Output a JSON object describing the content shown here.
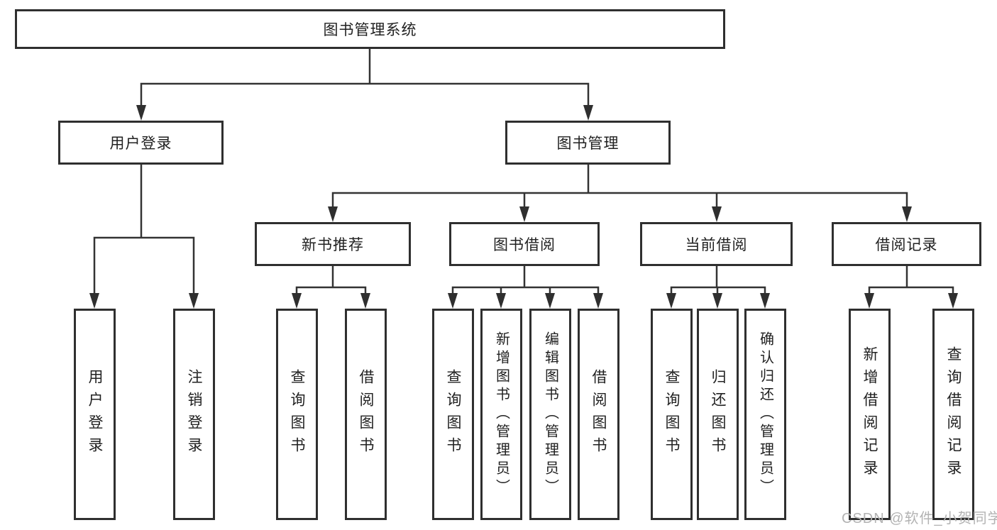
{
  "diagram": {
    "type": "hierarchy-tree",
    "nodes": {
      "root": {
        "label": "图书管理系统"
      },
      "level2": [
        {
          "label": "用户登录",
          "parent": "图书管理系统"
        },
        {
          "label": "图书管理",
          "parent": "图书管理系统"
        }
      ],
      "level3": [
        {
          "label": "新书推荐",
          "parent": "图书管理"
        },
        {
          "label": "图书借阅",
          "parent": "图书管理"
        },
        {
          "label": "当前借阅",
          "parent": "图书管理"
        },
        {
          "label": "借阅记录",
          "parent": "图书管理"
        }
      ],
      "leaves": [
        {
          "label": "用户登录",
          "parent": "用户登录"
        },
        {
          "label": "注销登录",
          "parent": "用户登录"
        },
        {
          "label": "查询图书",
          "parent": "新书推荐"
        },
        {
          "label": "借阅图书",
          "parent": "新书推荐"
        },
        {
          "label": "查询图书",
          "parent": "图书借阅"
        },
        {
          "label": "新增图书（管理员）",
          "parent": "图书借阅"
        },
        {
          "label": "编辑图书（管理员）",
          "parent": "图书借阅"
        },
        {
          "label": "借阅图书",
          "parent": "图书借阅"
        },
        {
          "label": "查询图书",
          "parent": "当前借阅"
        },
        {
          "label": "归还图书",
          "parent": "当前借阅"
        },
        {
          "label": "确认归还（管理员）",
          "parent": "当前借阅"
        },
        {
          "label": "新增借阅记录",
          "parent": "借阅记录"
        },
        {
          "label": "查询借阅记录",
          "parent": "借阅记录"
        }
      ]
    },
    "colors": {
      "line": "#333333",
      "box_border": "#2f2f2f",
      "box_fill": "#ffffff",
      "text": "#212121",
      "watermark": "#b3b3b3",
      "background": "#ffffff"
    },
    "watermark": "CSDN @软件_小贺同学"
  }
}
